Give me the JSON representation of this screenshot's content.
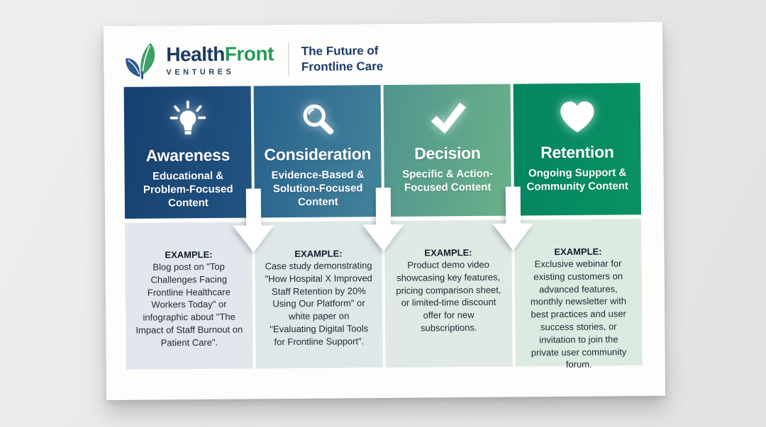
{
  "brand": {
    "name_health": "Health",
    "name_front": "Front",
    "ventures": "VENTURES",
    "tagline_line1": "The Future of",
    "tagline_line2": "Frontline Care",
    "logo_icon": "leaf-sprout-icon",
    "name_health_color": "#1c3a60",
    "name_front_color": "#259a57"
  },
  "funnel": {
    "stages": [
      {
        "title": "Awareness",
        "subtitle": "Educational & Problem-Focused Content",
        "icon": "lightbulb-icon",
        "example_label": "EXAMPLE:",
        "example_text": "Blog post on \"Top Challenges Facing Frontline Healthcare Workers Today\" or infographic about \"The Impact of Staff Burnout on Patient Care\".",
        "header_from": "#16406e",
        "header_to": "#215483",
        "example_bg": "#e3e6ed"
      },
      {
        "title": "Consideration",
        "subtitle": "Evidence-Based & Solution-Focused Content",
        "icon": "magnifier-icon",
        "example_label": "EXAMPLE:",
        "example_text": "Case study demonstrating \"How Hospital X Improved Staff Retention by 20% Using Our Platform\" or white paper on \"Evaluating Digital Tools for Frontline Support\".",
        "header_from": "#28618d",
        "header_to": "#43849a",
        "example_bg": "#dfe7e9"
      },
      {
        "title": "Decision",
        "subtitle": "Specific & Action-Focused Content",
        "icon": "checkmark-icon",
        "example_label": "EXAMPLE:",
        "example_text": "Product demo video showcasing key features, pricing comparison sheet, or limited-time discount offer for new subscriptions.",
        "header_from": "#50958f",
        "header_to": "#6ab189",
        "example_bg": "#e0e9e3"
      },
      {
        "title": "Retention",
        "subtitle": "Ongoing Support & Community Content",
        "icon": "heart-icon",
        "example_label": "EXAMPLE:",
        "example_text": "Exclusive webinar for existing customers on advanced features, monthly newsletter with best practices and user success stories, or invitation to join the private user community forum.",
        "header_from": "#038560",
        "header_to": "#0b9164",
        "example_bg": "#dcebe1"
      }
    ]
  }
}
